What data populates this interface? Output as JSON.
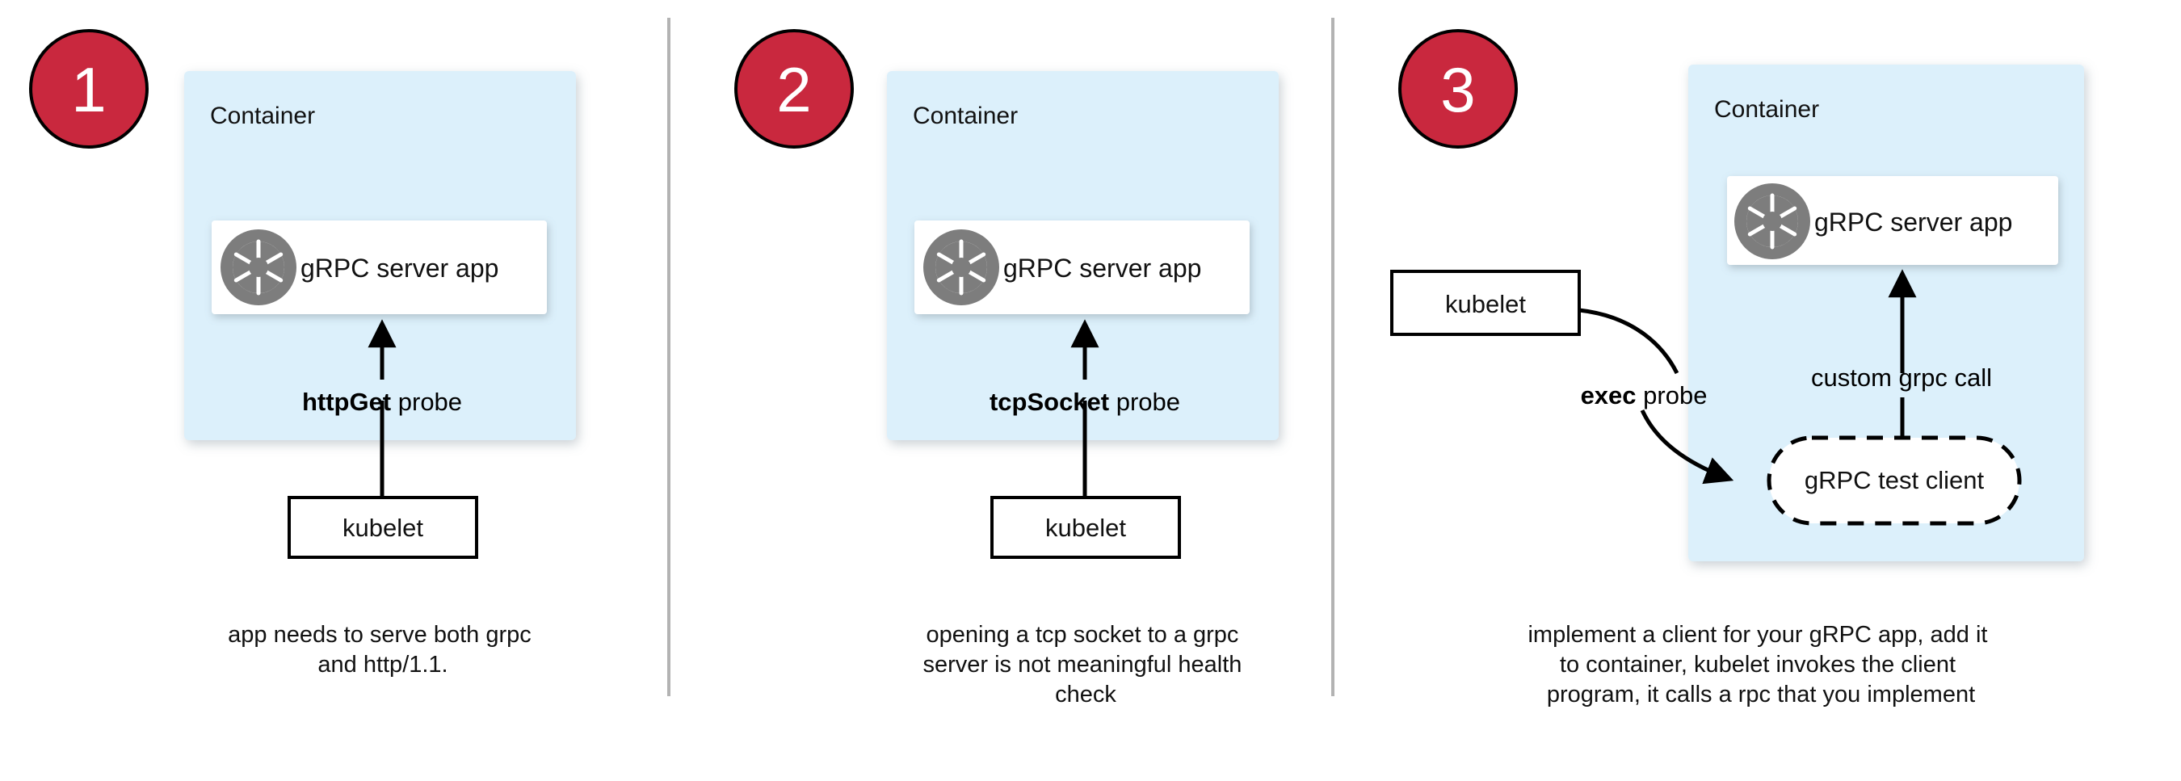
{
  "figure": {
    "title": "gRPC health probe approaches in Kubernetes",
    "colors": {
      "container_fill": "#dcf0fb",
      "badge_red": "#c9283e",
      "badge_text": "#ffffff",
      "box_stroke": "#000000",
      "divider": "#b3b3b3",
      "logo_gray": "#7d7d7d",
      "page_background": "#ffffff"
    },
    "panels": [
      {
        "id": "panel-1",
        "badge": "1",
        "container_label": "Container",
        "app_label": "gRPC server app",
        "app_icon": "grpc-logo-icon",
        "probe_label_bold": "httpGet",
        "probe_label_rest": " probe",
        "actor_label": "kubelet",
        "caption_lines": [
          "app needs to serve both grpc",
          "and http/1.1."
        ]
      },
      {
        "id": "panel-2",
        "badge": "2",
        "container_label": "Container",
        "app_label": "gRPC server app",
        "app_icon": "grpc-logo-icon",
        "probe_label_bold": "tcpSocket",
        "probe_label_rest": " probe",
        "actor_label": "kubelet",
        "caption_lines": [
          "opening a tcp socket to a grpc",
          "server is not meaningful health",
          "check"
        ]
      },
      {
        "id": "panel-3",
        "badge": "3",
        "container_label": "Container",
        "app_label": "gRPC server app",
        "app_icon": "grpc-logo-icon",
        "probe_label_bold": "exec",
        "probe_label_rest": " probe",
        "actor_label": "kubelet",
        "test_client_label": "gRPC test client",
        "internal_call_label": "custom grpc call",
        "caption_lines": [
          "implement a client for your gRPC app, add it",
          "to container, kubelet invokes the client",
          "program, it calls a rpc that you implement"
        ]
      }
    ]
  }
}
